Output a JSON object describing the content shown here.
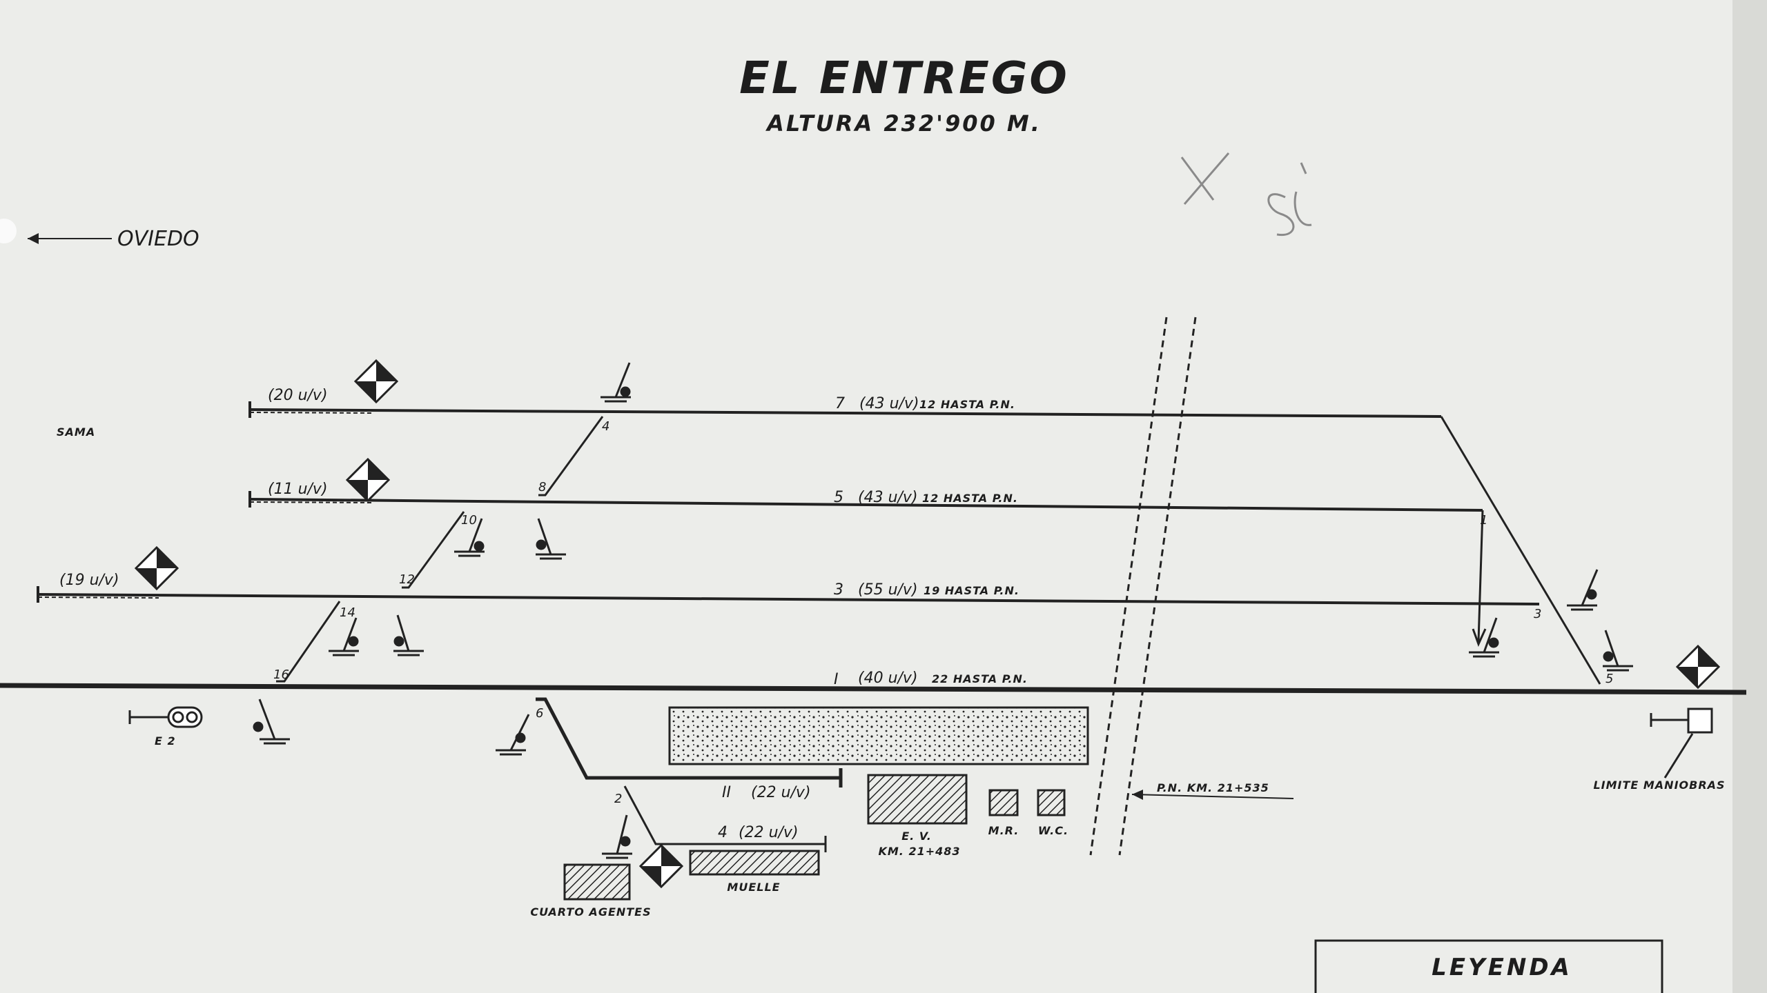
{
  "station": {
    "name": "EL ENTREGO",
    "altitude": "ALTURA   232'900  M."
  },
  "handwritten_note": "X  sì",
  "directions": {
    "oviedo": "OVIEDO",
    "sama": "SAMA"
  },
  "tracks": {
    "t7": {
      "number": "7",
      "speed": "(43 u/v)",
      "length": "12 HASTA P.N.",
      "end_speed": "(20 u/v)"
    },
    "t5": {
      "number": "5",
      "speed": "(43 u/v)",
      "length": "12 HASTA P.N.",
      "end_speed": "(11 u/v)"
    },
    "t3": {
      "number": "3",
      "speed": "(55 u/v)",
      "length": "19 HASTA P.N.",
      "end_speed": "(19 u/v)"
    },
    "t1": {
      "number": "I",
      "speed": "(40 u/v)",
      "length": "22 HASTA P.N."
    },
    "t2": {
      "number": "II",
      "speed": "(22 u/v)"
    },
    "t4": {
      "number": "4",
      "speed": "(22 u/v)"
    }
  },
  "switch_numbers": {
    "s4": "4",
    "s8": "8",
    "s10": "10",
    "s12": "12",
    "s14": "14",
    "s16": "16",
    "s6": "6",
    "s2": "2",
    "s1": "1",
    "s3": "3",
    "s5": "5"
  },
  "buildings": {
    "ev": "E. V.",
    "ev_km": "KM. 21+483",
    "mr": "M.R.",
    "wc": "W.C.",
    "muelle": "MUELLE",
    "cuarto": "CUARTO AGENTES"
  },
  "crossing": "P.N. KM. 21+535",
  "signal_e2": "E 2",
  "limite": "LIMITE MANIOBRAS",
  "legend": "LEYENDA"
}
